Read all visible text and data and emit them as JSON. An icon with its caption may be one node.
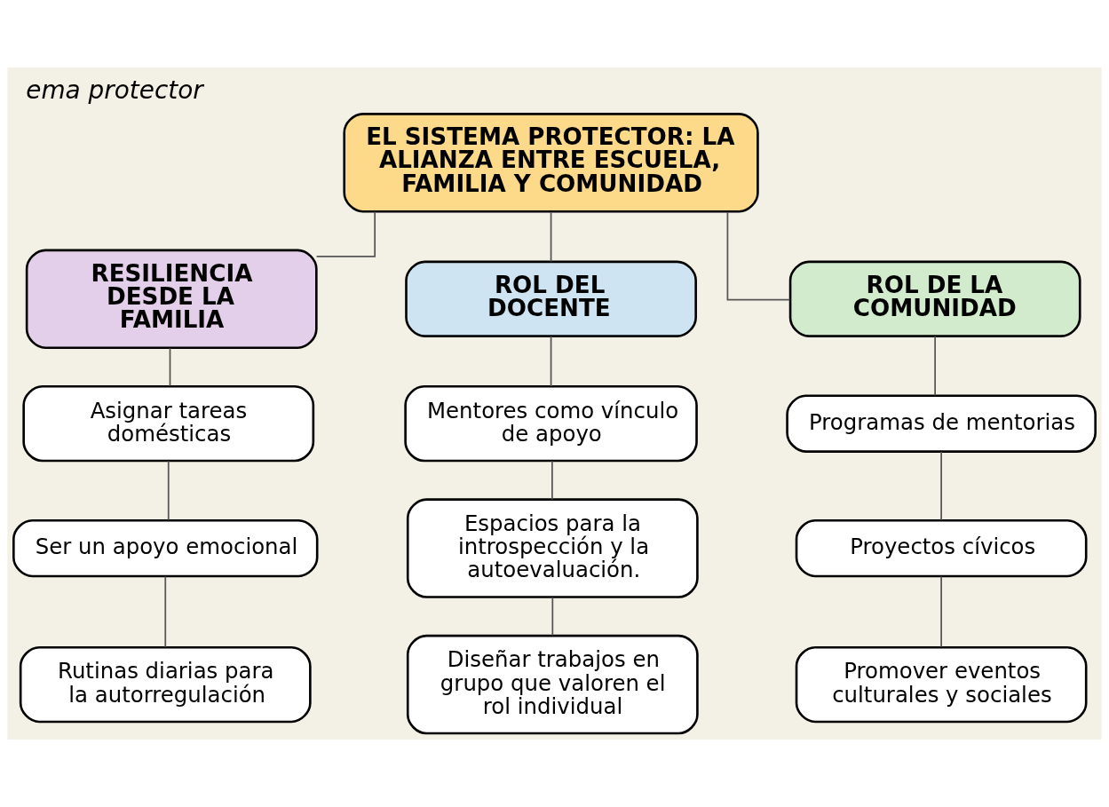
{
  "diagram": {
    "caption": "ema protector",
    "nodes": [
      {
        "text": [
          "EL SISTEMA PROTECTOR: LA ALIANZA ENTRE ESCUELA, FAMILIA Y COMUNIDAD"
        ]
      },
      {
        "text": [
          "RESILIENCIA DESDE LA FAMILIA"
        ]
      },
      {
        "text": [
          "ROL DEL DOCENTE"
        ]
      },
      {
        "text": [
          "ROL DE LA COMUNIDAD"
        ]
      },
      {
        "text": [
          "Asignar tareas domésticas"
        ]
      },
      {
        "text": [
          "Ser un apoyo emocional"
        ]
      },
      {
        "text": [
          "Rutinas diarias para la autorregulación"
        ]
      },
      {
        "text": [
          "Mentores como vínculo de apoyo"
        ]
      },
      {
        "text": [
          "Espacios para la introspección y la autoevaluación."
        ]
      },
      {
        "text": [
          "Diseñar trabajos en grupo que valoren el rol individual"
        ]
      },
      {
        "text": [
          "Programas de mentorias"
        ]
      },
      {
        "text": [
          "Proyectos cívicos"
        ]
      },
      {
        "text": [
          "Promover eventos culturales y sociales"
        ]
      }
    ],
    "edges": [
      {
        "from": 0,
        "to": 1,
        "arrow": "none"
      },
      {
        "from": 0,
        "to": 2,
        "arrow": "none"
      },
      {
        "from": 0,
        "to": 3,
        "arrow": "none"
      },
      {
        "from": 1,
        "to": 4,
        "arrow": "none"
      },
      {
        "from": 4,
        "to": 5,
        "arrow": "none"
      },
      {
        "from": 5,
        "to": 6,
        "arrow": "none"
      },
      {
        "from": 2,
        "to": 7,
        "arrow": "none"
      },
      {
        "from": 7,
        "to": 8,
        "arrow": "none"
      },
      {
        "from": 8,
        "to": 9,
        "arrow": "none"
      },
      {
        "from": 3,
        "to": 10,
        "arrow": "none"
      },
      {
        "from": 10,
        "to": 11,
        "arrow": "none"
      },
      {
        "from": 11,
        "to": 12,
        "arrow": "none"
      }
    ]
  }
}
